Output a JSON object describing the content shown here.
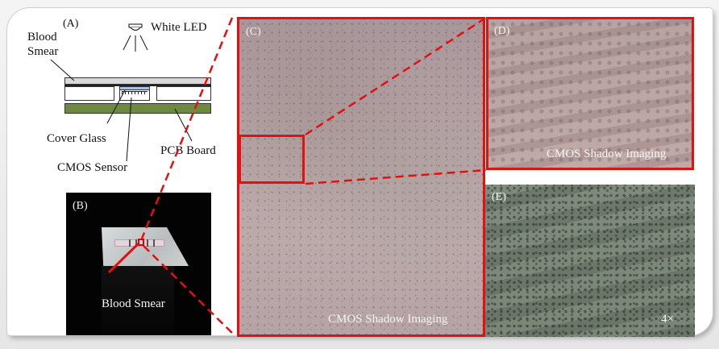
{
  "figure": {
    "panel_a": {
      "letter": "(A)",
      "labels": {
        "light_source": "White LED",
        "blood_smear_line1": "Blood",
        "blood_smear_line2": "Smear",
        "cover_glass": "Cover Glass",
        "cmos_sensor": "CMOS Sensor",
        "pcb_board": "PCB Board"
      },
      "colors": {
        "slide": "#d9d9d9",
        "cover_glass": "#a8c0e8",
        "pcb": "#6e8b3d"
      }
    },
    "panel_b": {
      "letter": "(B)",
      "label": "Blood Smear"
    },
    "panel_c": {
      "letter": "(C)",
      "caption": "CMOS Shadow Imaging"
    },
    "panel_d": {
      "letter": "(D)",
      "caption": "CMOS Shadow Imaging"
    },
    "panel_e": {
      "letter": "(E)",
      "magnification": "4×"
    },
    "colors": {
      "highlight": "#e31010",
      "frame_background": "#ffffff"
    }
  }
}
